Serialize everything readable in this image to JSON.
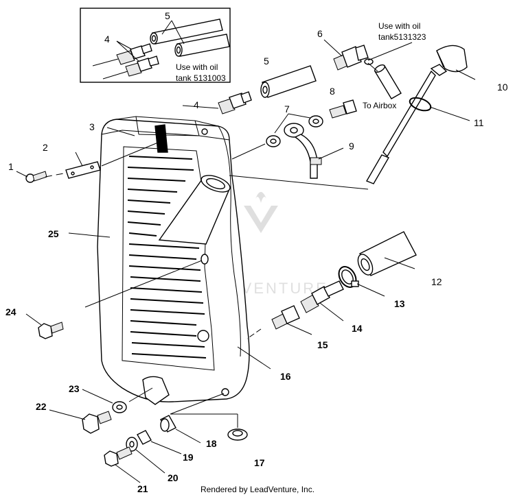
{
  "diagram": {
    "inset_note": "Use with oil tank 5131003",
    "inset_note_line1": "Use with oil",
    "inset_note_line2": "tank 5131003",
    "top_note_line1": "Use with oil",
    "top_note_line2": "tank5131323",
    "airbox_label": "To Airbox",
    "watermark": "LEADVENTURE",
    "credit": "Rendered by LeadVenture, Inc.",
    "callouts": {
      "c1": "1",
      "c2": "2",
      "c3": "3",
      "c4a": "4",
      "c4b": "4",
      "c5a": "5",
      "c5b": "5",
      "c6": "6",
      "c7": "7",
      "c8": "8",
      "c9": "9",
      "c10": "10",
      "c11": "11",
      "c12": "12",
      "c13": "13",
      "c14": "14",
      "c15": "15",
      "c16": "16",
      "c17": "17",
      "c18": "18",
      "c19": "19",
      "c20": "20",
      "c21": "21",
      "c22": "22",
      "c23": "23",
      "c24": "24",
      "c25": "25"
    }
  }
}
